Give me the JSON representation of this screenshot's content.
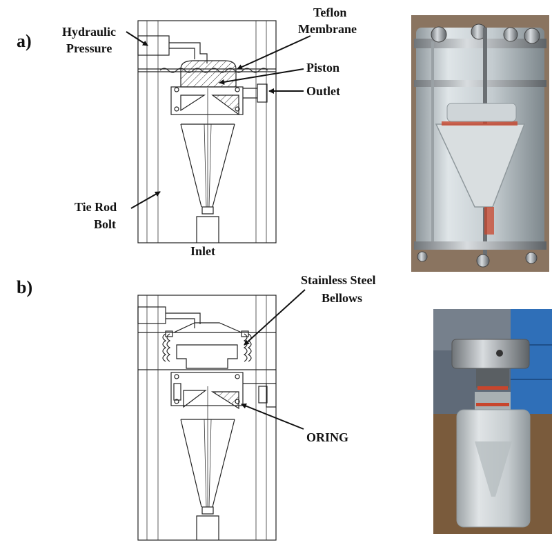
{
  "panel_a": {
    "letter": "a)",
    "labels": {
      "hydraulic_line1": "Hydraulic",
      "hydraulic_line2": "Pressure",
      "teflon_line1": "Teflon",
      "teflon_line2": "Membrane",
      "piston": "Piston",
      "outlet": "Outlet",
      "tierod_line1": "Tie Rod",
      "tierod_line2": "Bolt",
      "inlet": "Inlet"
    }
  },
  "panel_b": {
    "letter": "b)",
    "labels": {
      "bellows_line1": "Stainless Steel",
      "bellows_line2": "Bellows",
      "oring": "ORING"
    }
  },
  "colors": {
    "line": "#222222",
    "background": "#ffffff",
    "photo_body": "#c9cfd2",
    "photo_dark": "#4a4a4a",
    "oring_red": "#c8452c"
  }
}
